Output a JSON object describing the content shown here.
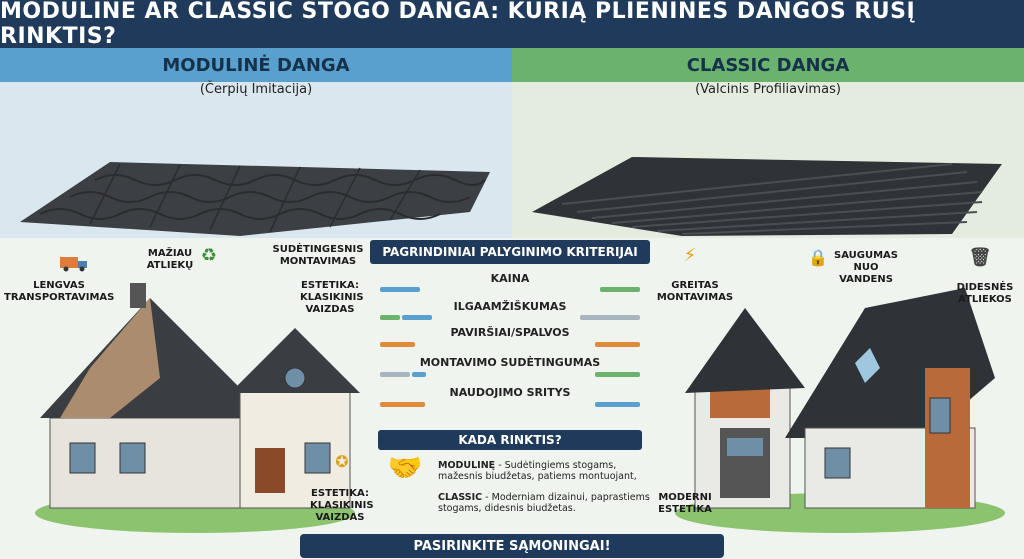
{
  "title": "MODULINĖ AR CLASSIC STOGO DANGA: KURIĄ PLIENINĖS DANGOS RŪŠĮ RINKTIS?",
  "left_panel": {
    "heading": "MODULINĖ DANGA",
    "subheading": "(Čerpių Imitacija)"
  },
  "right_panel": {
    "heading": "CLASSIC DANGA",
    "subheading": "(Valcinis Profiliavimas)"
  },
  "left_labels": {
    "transport": "LENGVAS\nTRANSPORTAVIMAS",
    "waste": "MAŽIAU\nATLIEKŲ",
    "install": "SUDĖTINGESNIS\nMONTAVIMAS",
    "aesthetic_top": "ESTETIKA:\nKLASIKINIS\nVAIZDAS",
    "aesthetic_bottom": "ESTETIKA:\nKLASIKINIS\nVAIZDAS"
  },
  "right_labels": {
    "fast_install": "GREITAS\nMONTAVIMAS",
    "water_safety": "SAUGUMAS\nNUO VANDENS",
    "more_waste": "DIDESNĖS\nATLIEKOS",
    "modern": "MODERNI\nESTETIKA"
  },
  "criteria": {
    "heading": "PAGRINDINIAI PALYGINIMO KRITERIJAI",
    "items": [
      {
        "name": "KAINA"
      },
      {
        "name": "ILGAAMŽIŠKUMAS"
      },
      {
        "name": "PAVIRŠIAI/SPALVOS"
      },
      {
        "name": "MONTAVIMO SUDĖTINGUMAS"
      },
      {
        "name": "NAUDOJIMO SRITYS"
      }
    ]
  },
  "when": {
    "heading": "KADA RINKTIS?",
    "moduline_label": "MODULINĘ",
    "moduline_text": " - Sudėtingiems stogams, mažesnis biudžetas, patiems montuojant,",
    "classic_label": "CLASSIC",
    "classic_text": " - Moderniam dizainui, paprastiems stogams, didesnis biudžetas."
  },
  "footer": "PASIRINKITE SĄMONINGAI!",
  "colors": {
    "banner": "#1f3a5a",
    "left_accent": "#5aa0cf",
    "right_accent": "#6ab26d",
    "bar_blue": "#5aa0cf",
    "bar_green": "#6ab26d",
    "bar_orange": "#e08a3a",
    "bar_gray": "#a8b4bf"
  }
}
